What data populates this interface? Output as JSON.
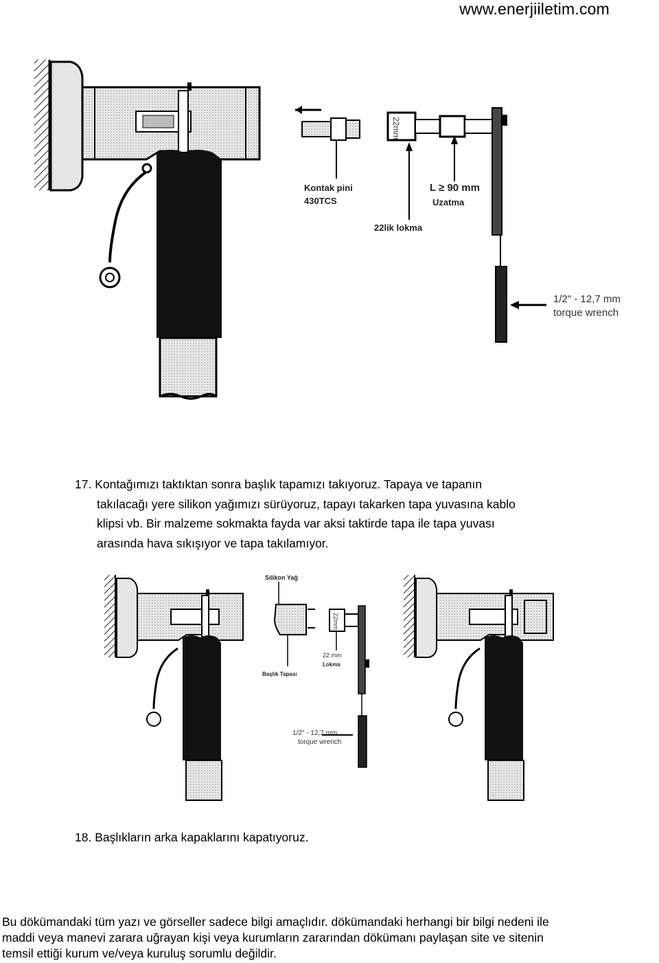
{
  "header": {
    "site": "www.enerjiiletim.com"
  },
  "figure1": {
    "labels": {
      "contact_pin": "Kontak pini",
      "contact_pin_code": "430TCS",
      "length": "L ≥ 90 mm",
      "extension": "Uzatma",
      "socket": "22lik lokma",
      "socket_mark": "22mm",
      "wrench_size": "1/2\" - 12,7 mm",
      "wrench": "torque wrench"
    }
  },
  "step17": {
    "lines": [
      "17. Kontağımızı taktıktan sonra başlık tapamızı takıyoruz. Tapaya ve tapanın",
      "takılacağı yere silikon yağımızı sürüyoruz, tapayı takarken tapa yuvasına kablo",
      "klipsi vb. Bir malzeme sokmakta fayda var aksi taktirde tapa ile tapa yuvası",
      "arasında hava sıkışıyor ve tapa takılamıyor."
    ]
  },
  "figure2": {
    "labels": {
      "silicone": "Silikon Yağ",
      "socket_mark": "22mm",
      "socket": "22 mm",
      "socket2": "Lokma",
      "cap": "Başlık Tapası",
      "wrench_size": "1/2\" - 12,7 mm",
      "wrench": "torque wrench"
    }
  },
  "step18": {
    "text": "18. Başlıkların arka kapaklarını kapatıyoruz."
  },
  "footer": {
    "lines": [
      "Bu dökümandaki tüm yazı ve görseller sadece bilgi amaçlıdır. dökümandaki herhangi bir bilgi nedeni ile",
      "maddi veya manevi zarara uğrayan kişi veya kurumların zararından dökümanı paylaşan site  ve sitenin",
      "temsil ettiği kurum ve/veya kuruluş sorumlu değildir."
    ]
  }
}
